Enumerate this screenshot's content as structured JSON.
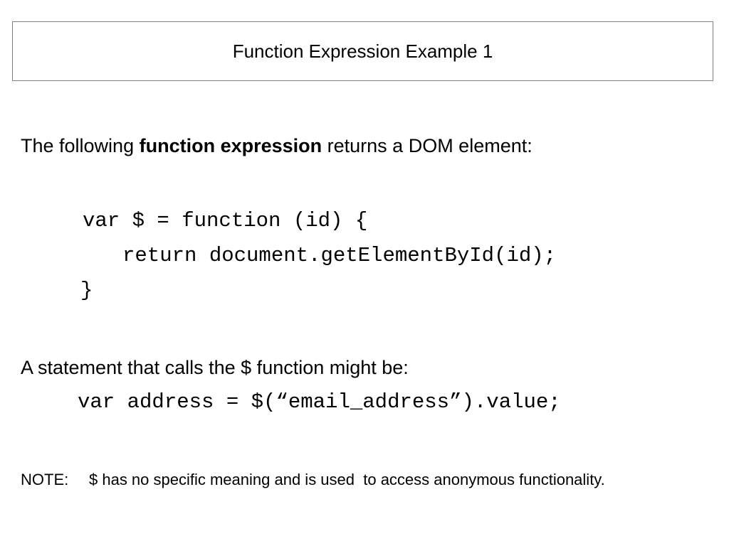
{
  "slide": {
    "title": "Function Expression Example 1",
    "intro": {
      "prefix": "The following ",
      "bold": "function expression",
      "suffix": " returns a DOM element:"
    },
    "code_block": [
      "var $ = function (id) {",
      "return document.getElementById(id);",
      "}"
    ],
    "statement_intro": "A statement that calls the $ function might be:",
    "statement_code": "var address = $(“email_address”).value;",
    "note_label": "NOTE:",
    "note_text": "$ has no specific meaning and is used  to access anonymous functionality."
  }
}
